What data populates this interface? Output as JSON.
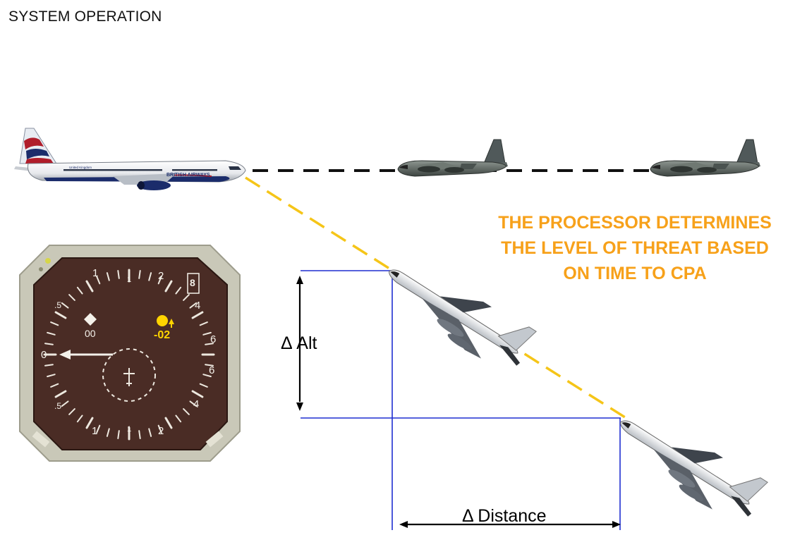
{
  "title": "SYSTEM OPERATION",
  "caption": {
    "lines": [
      "THE PROCESSOR DETERMINES",
      "THE LEVEL OF THREAT BASED",
      "ON TIME TO CPA"
    ]
  },
  "dimensions": {
    "alt_label": "Δ Alt",
    "distance_label": "Δ Distance"
  },
  "airliner": {
    "livery_text": "BRITISH AIRWAYS",
    "fin_text": "United Kingdom"
  },
  "instrument": {
    "scale_top": [
      "1",
      "1",
      "2"
    ],
    "scale_left": [
      ".5",
      "0",
      ".5"
    ],
    "scale_bottom": [
      "1",
      "1",
      "2"
    ],
    "scale_right": [
      "4",
      "6",
      "6",
      "4"
    ],
    "range_box": "8",
    "own_readout": "00",
    "intruder_readout": "-02"
  },
  "colors": {
    "caption": "#f7a11a",
    "threat_path": "#f5c518",
    "level_path": "#111111",
    "dimension_lines": "#1f2fd0",
    "intruder_symbol": "#ffd400",
    "instrument_face": "#4a2c25",
    "instrument_bezel": "#c9c8b8"
  }
}
